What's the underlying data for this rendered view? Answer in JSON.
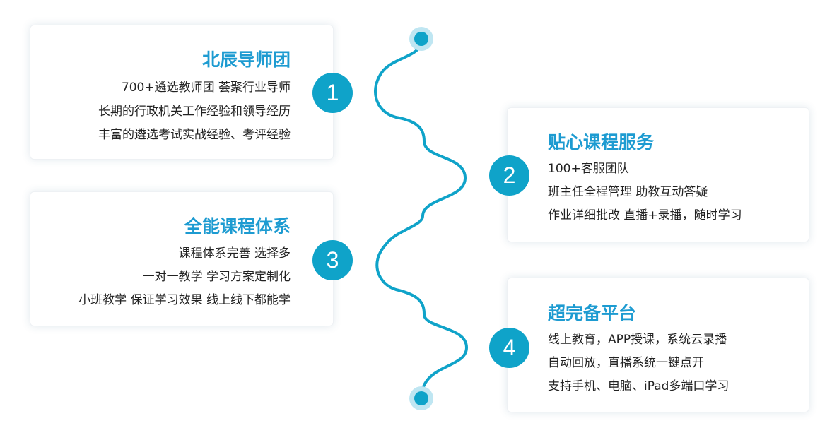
{
  "colors": {
    "accent": "#0fa3c9",
    "title": "#1d9bd1",
    "text": "#222222",
    "dot_halo": "#bfe6f2"
  },
  "items": [
    {
      "number": "1",
      "title": "北辰导师团",
      "lines": [
        "700+遴选教师团  荟聚行业导师",
        "长期的行政机关工作经验和领导经历",
        "丰富的遴选考试实战经验、考评经验"
      ]
    },
    {
      "number": "2",
      "title": "贴心课程服务",
      "lines": [
        "100+客服团队",
        "班主任全程管理  助教互动答疑",
        "作业详细批改  直播+录播，随时学习"
      ]
    },
    {
      "number": "3",
      "title": "全能课程体系",
      "lines": [
        "课程体系完善 选择多",
        "一对一教学 学习方案定制化",
        "小班教学 保证学习效果 线上线下都能学"
      ]
    },
    {
      "number": "4",
      "title": "超完备平台",
      "lines": [
        "线上教育，APP授课，系统云录播",
        "自动回放，直播系统一键点开",
        "支持手机、电脑、iPad多端口学习"
      ]
    }
  ]
}
